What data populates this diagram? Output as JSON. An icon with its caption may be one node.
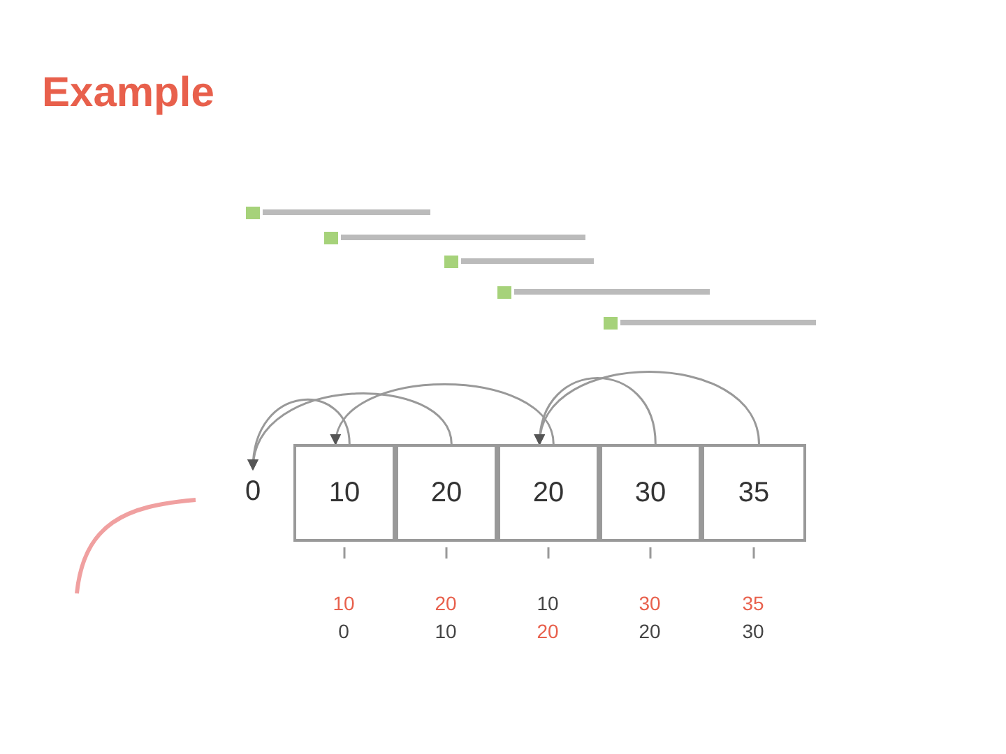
{
  "diagram": {
    "title": "Example",
    "nodes": [
      {
        "text": [
          "0"
        ]
      },
      {
        "text": [
          "10"
        ]
      },
      {
        "text": [
          "20"
        ]
      },
      {
        "text": [
          "20"
        ]
      },
      {
        "text": [
          "30"
        ]
      },
      {
        "text": [
          "35"
        ]
      }
    ],
    "edges": [
      {
        "from": 1,
        "to": 0,
        "arrow": "to"
      },
      {
        "from": 2,
        "to": 0,
        "arrow": "to"
      },
      {
        "from": 3,
        "to": 1,
        "arrow": "to"
      },
      {
        "from": 4,
        "to": 3,
        "arrow": "to"
      },
      {
        "from": 5,
        "to": 3,
        "arrow": "to"
      }
    ],
    "labels": [
      "10",
      "20",
      "10",
      "30",
      "35",
      "0",
      "10",
      "20",
      "20",
      "30"
    ]
  }
}
